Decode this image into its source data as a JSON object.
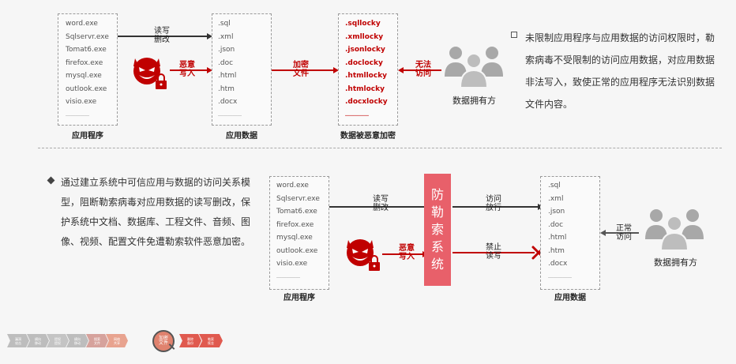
{
  "top": {
    "app_files": [
      "word.exe",
      "Sqlservr.exe",
      "Tomat6.exe",
      "firefox.exe",
      "mysql.exe",
      "outlook.exe",
      "visio.exe",
      "……………"
    ],
    "app_caption": "应用程序",
    "data_files": [
      ".sql",
      ".xml",
      ".json",
      ".doc",
      ".html",
      ".htm",
      ".docx",
      "……………"
    ],
    "data_caption": "应用数据",
    "enc_files": [
      ".sqllocky",
      ".xmllocky",
      ".jsonlocky",
      ".doclocky",
      ".htmllocky",
      ".htmlocky",
      ".docxlocky",
      "……………"
    ],
    "enc_caption": "数据被恶意加密",
    "label_rw": [
      "读写",
      "删改"
    ],
    "label_malicious": [
      "恶意",
      "写入"
    ],
    "label_encrypt": [
      "加密",
      "文件"
    ],
    "label_no_access": [
      "无法",
      "访问"
    ],
    "owner_label": "数据拥有方",
    "bullet_text": "未限制应用程序与应用数据的访问权限时，勒索病毒不受限制的访问应用数据，对应用数据非法写入，致使正常的应用程序无法识别数据文件内容。"
  },
  "bottom": {
    "bullet_text": "通过建立系统中可信应用与数据的访问关系模型，阻断勒索病毒对应用数据的读写删改，保护系统中文档、数据库、工程文件、音频、图像、视频、配置文件免遭勒索软件恶意加密。",
    "app_files": [
      "word.exe",
      "Sqlservr.exe",
      "Tomat6.exe",
      "firefox.exe",
      "mysql.exe",
      "outlook.exe",
      "visio.exe",
      "……………"
    ],
    "app_caption": "应用程序",
    "data_files": [
      ".sql",
      ".xml",
      ".json",
      ".doc",
      ".html",
      ".htm",
      ".docx",
      "……………"
    ],
    "data_caption": "应用数据",
    "label_rw": [
      "读写",
      "删改"
    ],
    "label_malicious": [
      "恶意",
      "写入"
    ],
    "defense_system": [
      "防",
      "勒",
      "索",
      "系",
      "统"
    ],
    "label_allow": [
      "访问",
      "放行"
    ],
    "label_block": [
      "禁止",
      "读写"
    ],
    "label_normal": [
      "正常",
      "访问"
    ],
    "owner_label": "数据拥有方"
  },
  "process_steps": [
    [
      "漏洞",
      "攻击"
    ],
    [
      "横向",
      "移动"
    ],
    [
      "提权",
      "提权"
    ],
    [
      "横向",
      "移动"
    ],
    [
      "搜索",
      "文件"
    ],
    [
      "网络",
      "共享"
    ],
    [
      "加密",
      "文件"
    ],
    [
      "删除",
      "备份"
    ],
    [
      "勒索",
      "赎金"
    ]
  ],
  "process_active_index": 6,
  "colors": {
    "accent_red": "#c00000",
    "defense_pink": "#e8606a",
    "step_red": "#e05a4f",
    "step_grey": "#bdbdbd"
  }
}
